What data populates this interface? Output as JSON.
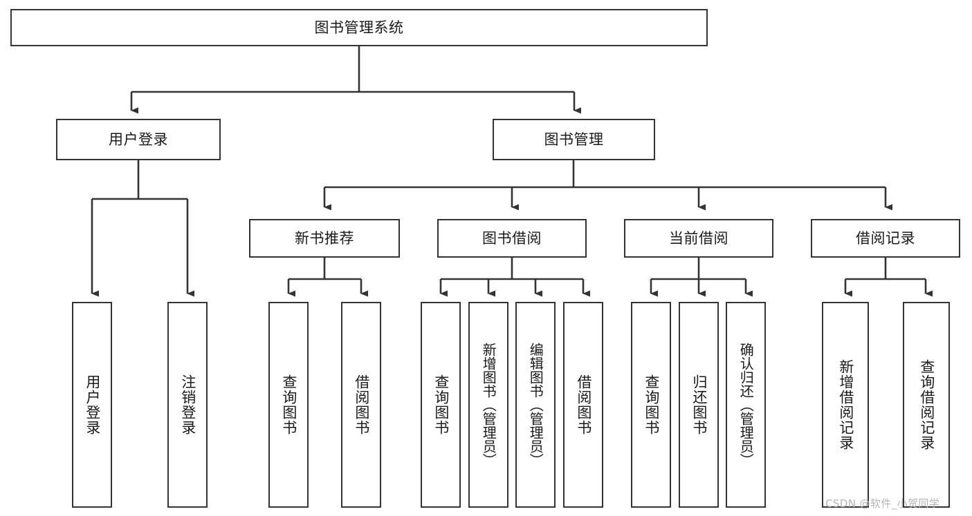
{
  "diagram": {
    "title_node": {
      "label": "图书管理系统"
    },
    "level2": [
      {
        "label": "用户登录"
      },
      {
        "label": "图书管理"
      }
    ],
    "level3": [
      {
        "label": "新书推荐"
      },
      {
        "label": "图书借阅"
      },
      {
        "label": "当前借阅"
      },
      {
        "label": "借阅记录"
      }
    ],
    "leaves_user_login": [
      {
        "label": "用户登录"
      },
      {
        "label": "注销登录"
      }
    ],
    "leaves_new_book": [
      {
        "label": "查询图书"
      },
      {
        "label": "借阅图书"
      }
    ],
    "leaves_borrow": [
      {
        "label": "查询图书"
      },
      {
        "label": "新增图书（管理员）"
      },
      {
        "label": "编辑图书（管理员）"
      },
      {
        "label": "借阅图书"
      }
    ],
    "leaves_current": [
      {
        "label": "查询图书"
      },
      {
        "label": "归还图书"
      },
      {
        "label": "确认归还（管理员）"
      }
    ],
    "leaves_records": [
      {
        "label": "新增借阅记录"
      },
      {
        "label": "查询借阅记录"
      }
    ]
  },
  "watermark": {
    "text": "CSDN @软件_小贺同学"
  },
  "colors": {
    "border": "#333333",
    "fill": "#ffffff",
    "text": "#1a1a1a",
    "watermark": "#b4b4b4"
  }
}
